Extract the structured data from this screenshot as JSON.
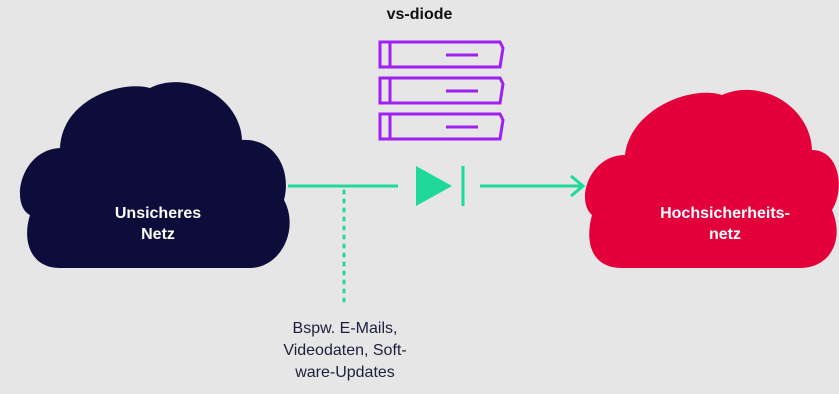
{
  "title": "vs-diode",
  "source_network": {
    "lines": [
      "Unsicheres",
      "Netz"
    ]
  },
  "target_network": {
    "lines": [
      "Hochsicherheits-",
      "netz"
    ]
  },
  "data_note": {
    "lines": [
      "Bspw. E-Mails,",
      "Videodaten, Soft-",
      "ware-Updates"
    ]
  },
  "colors": {
    "background": "#e6e6e6",
    "source_cloud": "#0d0d3b",
    "target_cloud": "#e4003a",
    "server": "#a020f0",
    "flow": "#1ed99a"
  },
  "icons": [
    "server-stack-icon",
    "diode-icon",
    "arrow-right-icon",
    "cloud-icon"
  ]
}
